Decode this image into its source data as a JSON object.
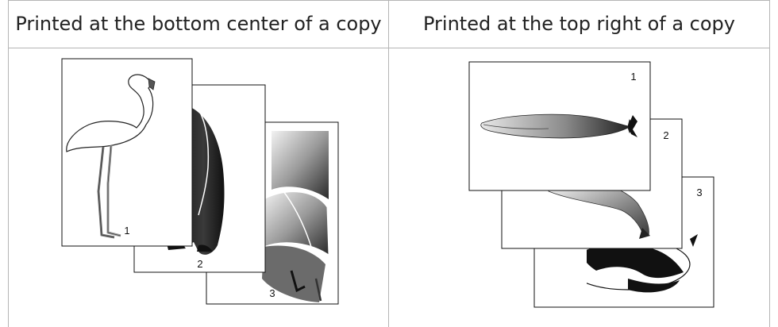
{
  "table": {
    "columns": [
      {
        "header": "Printed at the bottom center of a copy",
        "pages": [
          "1",
          "2",
          "3"
        ]
      },
      {
        "header": "Printed at the top right of a copy",
        "pages": [
          "1",
          "2",
          "3"
        ]
      }
    ]
  }
}
